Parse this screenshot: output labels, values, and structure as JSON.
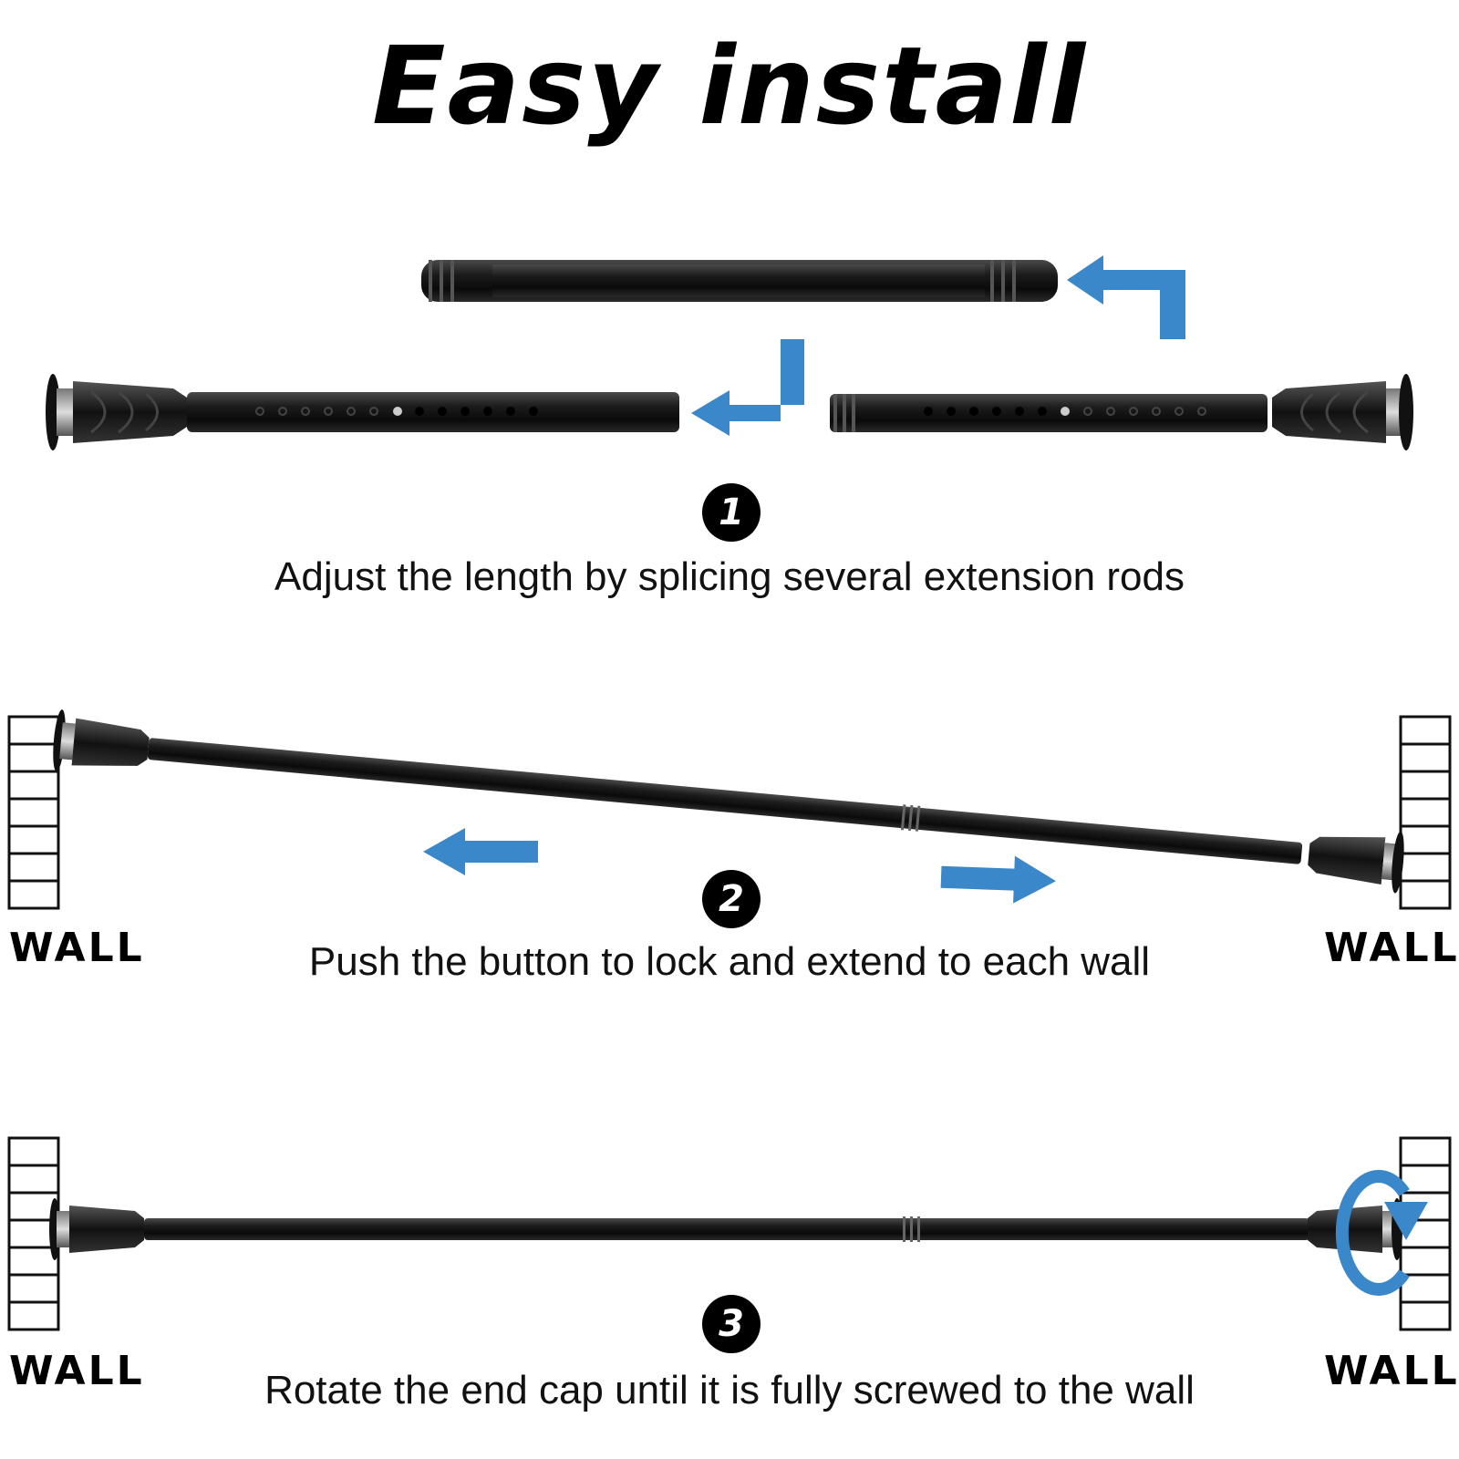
{
  "title": "Easy install",
  "steps": [
    {
      "number": "1",
      "caption": "Adjust the length by splicing several extension rods"
    },
    {
      "number": "2",
      "caption": "Push the button to lock and extend to each wall"
    },
    {
      "number": "3",
      "caption": "Rotate the end cap until it is fully screwed to the wall"
    }
  ],
  "wall_label": "WALL",
  "colors": {
    "arrow": "#3a87c9",
    "rod": "#1a1a1a",
    "text": "#111111"
  },
  "icons": [
    "arrow-left-icon",
    "arrow-right-icon",
    "rotate-arrow-icon",
    "wall-icon"
  ]
}
